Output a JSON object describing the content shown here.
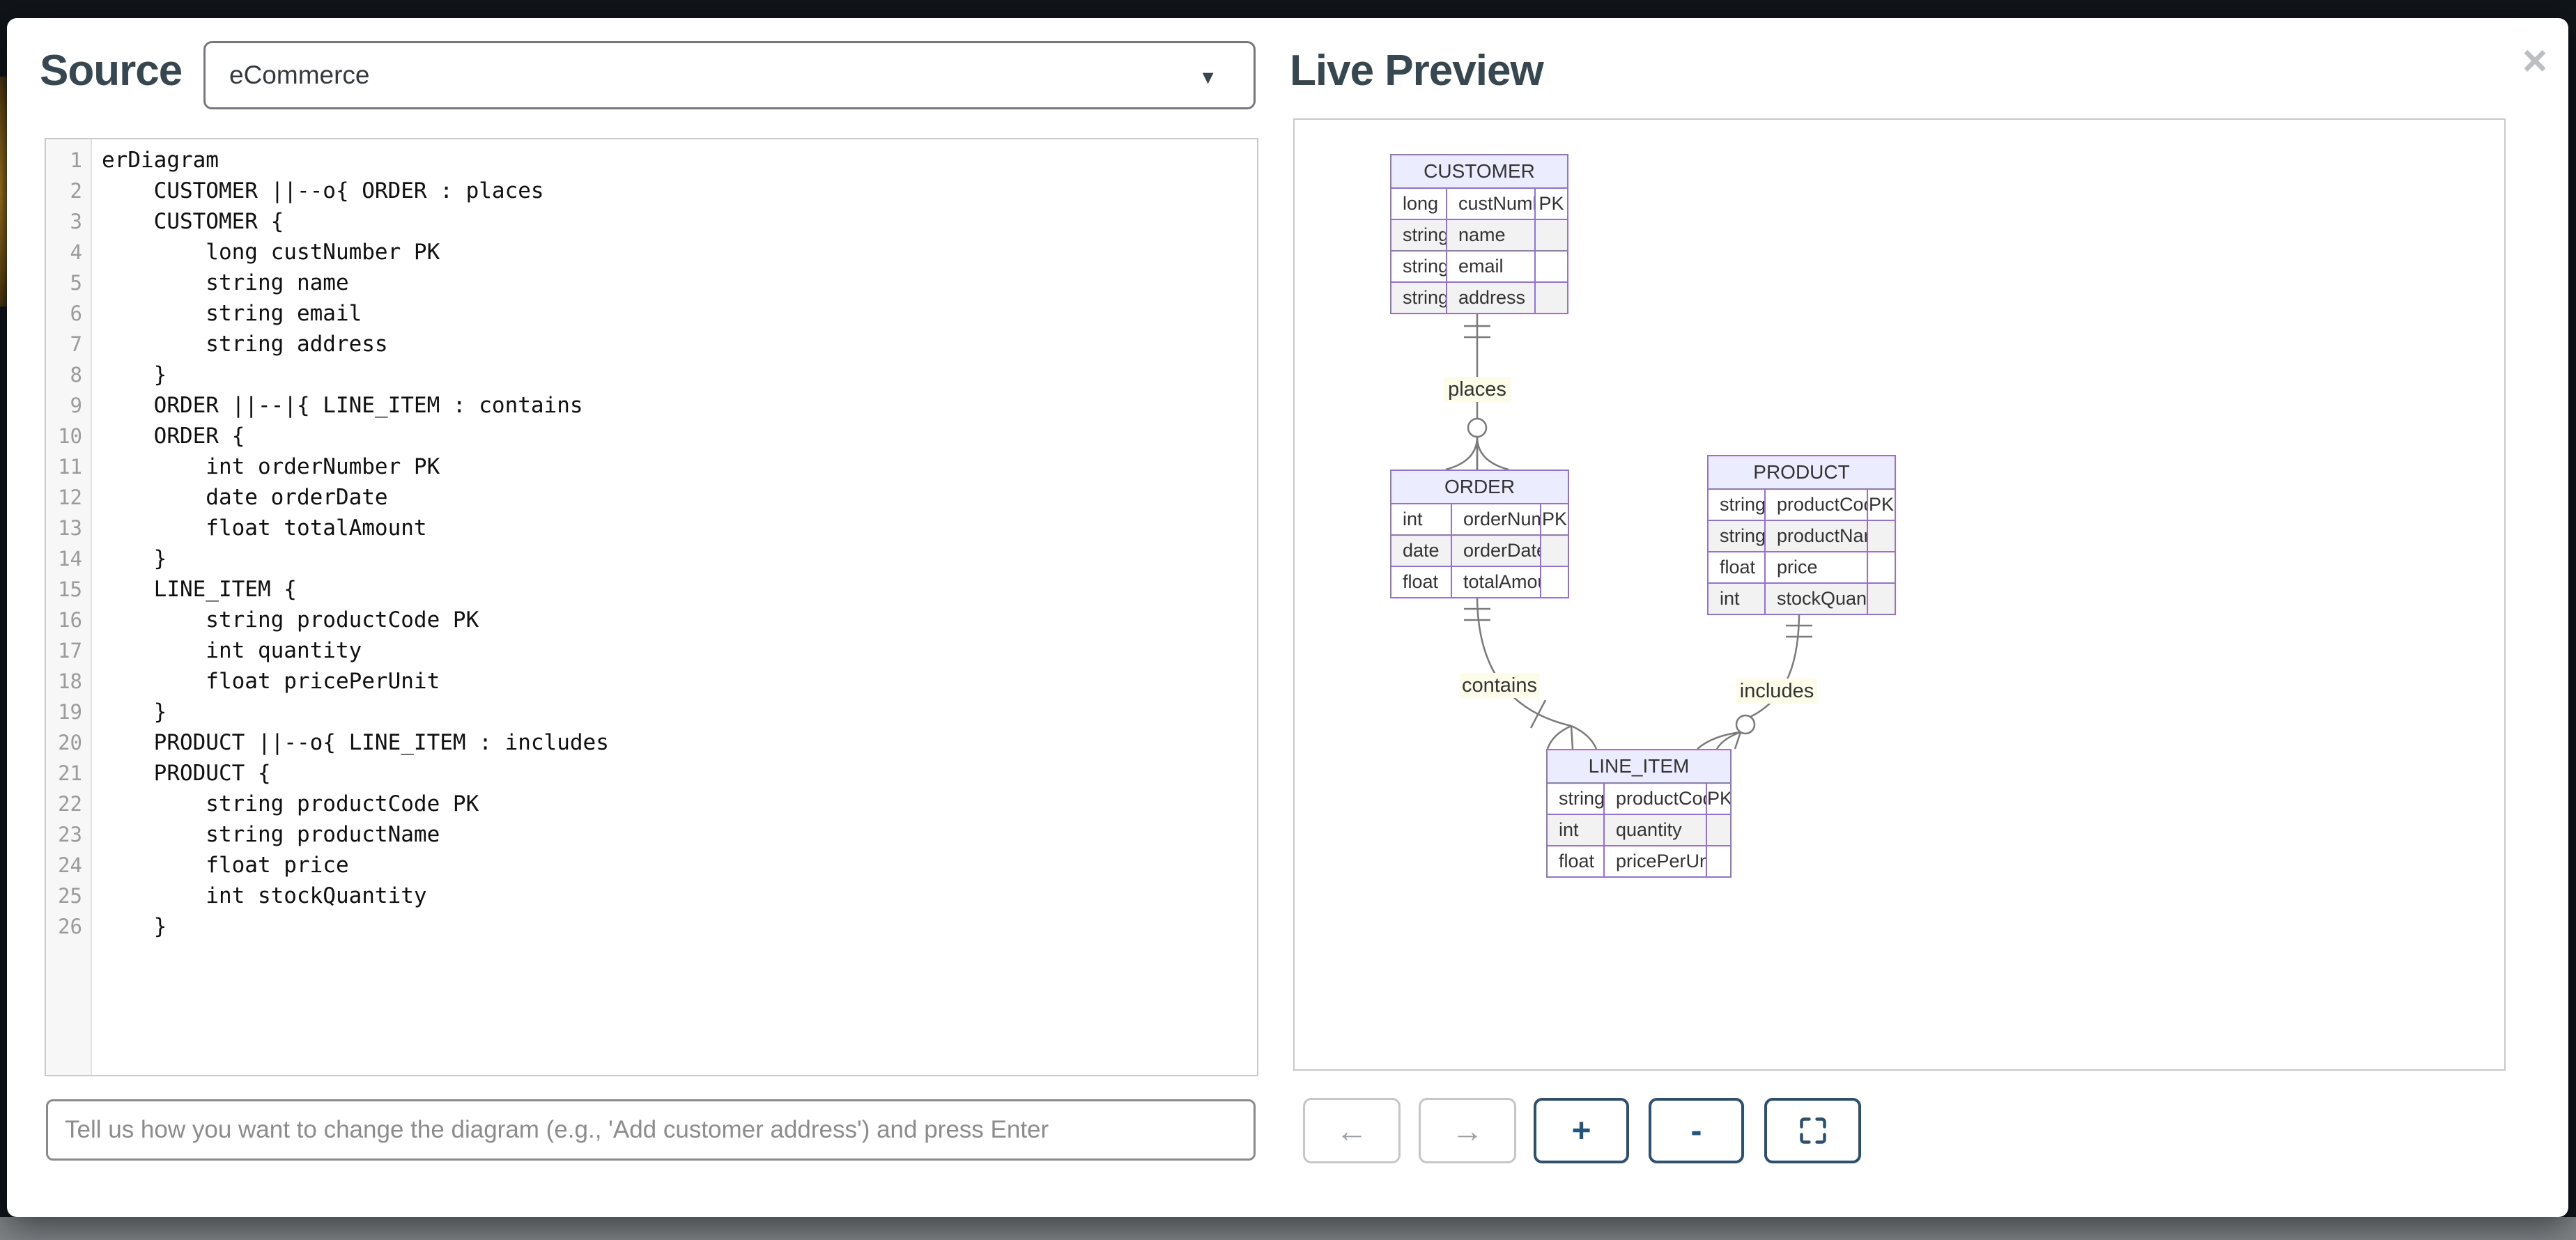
{
  "window": {
    "close_label": "×"
  },
  "source_panel": {
    "title": "Source",
    "dropdown": {
      "selected": "eCommerce",
      "caret": "▼"
    },
    "editor": {
      "lines": [
        {
          "num": "1",
          "text": "erDiagram"
        },
        {
          "num": "2",
          "text": "    CUSTOMER ||--o{ ORDER : places"
        },
        {
          "num": "3",
          "text": "    CUSTOMER {"
        },
        {
          "num": "4",
          "text": "        long custNumber PK"
        },
        {
          "num": "5",
          "text": "        string name"
        },
        {
          "num": "6",
          "text": "        string email"
        },
        {
          "num": "7",
          "text": "        string address"
        },
        {
          "num": "8",
          "text": "    }"
        },
        {
          "num": "9",
          "text": "    ORDER ||--|{ LINE_ITEM : contains"
        },
        {
          "num": "10",
          "text": "    ORDER {"
        },
        {
          "num": "11",
          "text": "        int orderNumber PK"
        },
        {
          "num": "12",
          "text": "        date orderDate"
        },
        {
          "num": "13",
          "text": "        float totalAmount"
        },
        {
          "num": "14",
          "text": "    }"
        },
        {
          "num": "15",
          "text": "    LINE_ITEM {"
        },
        {
          "num": "16",
          "text": "        string productCode PK"
        },
        {
          "num": "17",
          "text": "        int quantity"
        },
        {
          "num": "18",
          "text": "        float pricePerUnit"
        },
        {
          "num": "19",
          "text": "    }"
        },
        {
          "num": "20",
          "text": "    PRODUCT ||--o{ LINE_ITEM : includes"
        },
        {
          "num": "21",
          "text": "    PRODUCT {"
        },
        {
          "num": "22",
          "text": "        string productCode PK"
        },
        {
          "num": "23",
          "text": "        string productName"
        },
        {
          "num": "24",
          "text": "        float price"
        },
        {
          "num": "25",
          "text": "        int stockQuantity"
        },
        {
          "num": "26",
          "text": "    }"
        }
      ]
    },
    "chat_input": {
      "placeholder": "Tell us how you want to change the diagram (e.g., 'Add customer address') and press Enter"
    }
  },
  "preview_panel": {
    "title": "Live Preview",
    "controls": {
      "back": "←",
      "forward": "→",
      "zoom_in": "+",
      "zoom_out": "-",
      "fullscreen_icon": "corner-brackets"
    }
  },
  "diagram": {
    "entities": [
      {
        "name": "CUSTOMER",
        "rows": [
          {
            "type": "long",
            "name": "custNumber",
            "key": "PK"
          },
          {
            "type": "string",
            "name": "name",
            "key": ""
          },
          {
            "type": "string",
            "name": "email",
            "key": ""
          },
          {
            "type": "string",
            "name": "address",
            "key": ""
          }
        ]
      },
      {
        "name": "ORDER",
        "rows": [
          {
            "type": "int",
            "name": "orderNumber",
            "key": "PK"
          },
          {
            "type": "date",
            "name": "orderDate",
            "key": ""
          },
          {
            "type": "float",
            "name": "totalAmount",
            "key": ""
          }
        ]
      },
      {
        "name": "PRODUCT",
        "rows": [
          {
            "type": "string",
            "name": "productCode",
            "key": "PK"
          },
          {
            "type": "string",
            "name": "productName",
            "key": ""
          },
          {
            "type": "float",
            "name": "price",
            "key": ""
          },
          {
            "type": "int",
            "name": "stockQuantity",
            "key": ""
          }
        ]
      },
      {
        "name": "LINE_ITEM",
        "rows": [
          {
            "type": "string",
            "name": "productCode",
            "key": "PK"
          },
          {
            "type": "int",
            "name": "quantity",
            "key": ""
          },
          {
            "type": "float",
            "name": "pricePerUnit",
            "key": ""
          }
        ]
      }
    ],
    "relationships": [
      {
        "from": "CUSTOMER",
        "to": "ORDER",
        "label": "places",
        "cardinality": "||--o{"
      },
      {
        "from": "ORDER",
        "to": "LINE_ITEM",
        "label": "contains",
        "cardinality": "||--|{"
      },
      {
        "from": "PRODUCT",
        "to": "LINE_ITEM",
        "label": "includes",
        "cardinality": "||--o{"
      }
    ]
  },
  "colors": {
    "title": "#37474F",
    "entity_border": "#9370DB",
    "entity_header_fill": "#ECECFF",
    "row_alt_fill": "#f2f2f2",
    "relation_line": "#7a7a7a",
    "relation_label_bg": "#fcfce8",
    "active_button": "#2b5070",
    "disabled_button": "#c6c6c6"
  }
}
